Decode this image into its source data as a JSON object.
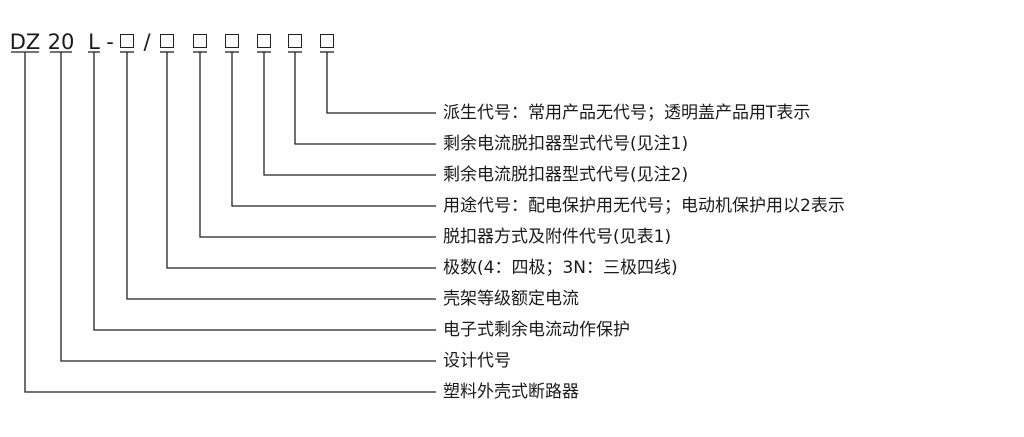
{
  "code": {
    "prefix": "DZ",
    "design": "20",
    "type": "L",
    "dash": "-",
    "slash": "/"
  },
  "descriptions": [
    "派生代号：常用产品无代号；透明盖产品用T表示",
    "剩余电流脱扣器型式代号(见注1)",
    "剩余电流脱扣器型式代号(见注2)",
    "用途代号：配电保护用无代号；电动机保护用以2表示",
    "脱扣器方式及附件代号(见表1)",
    "极数(4：四极；3N：三极四线)",
    "壳架等级额定电流",
    "电子式剩余电流动作保护",
    "设计代号",
    "塑料外壳式断路器"
  ],
  "colors": {
    "line": "#222222",
    "text": "#1a1a1a",
    "background": "#ffffff"
  }
}
